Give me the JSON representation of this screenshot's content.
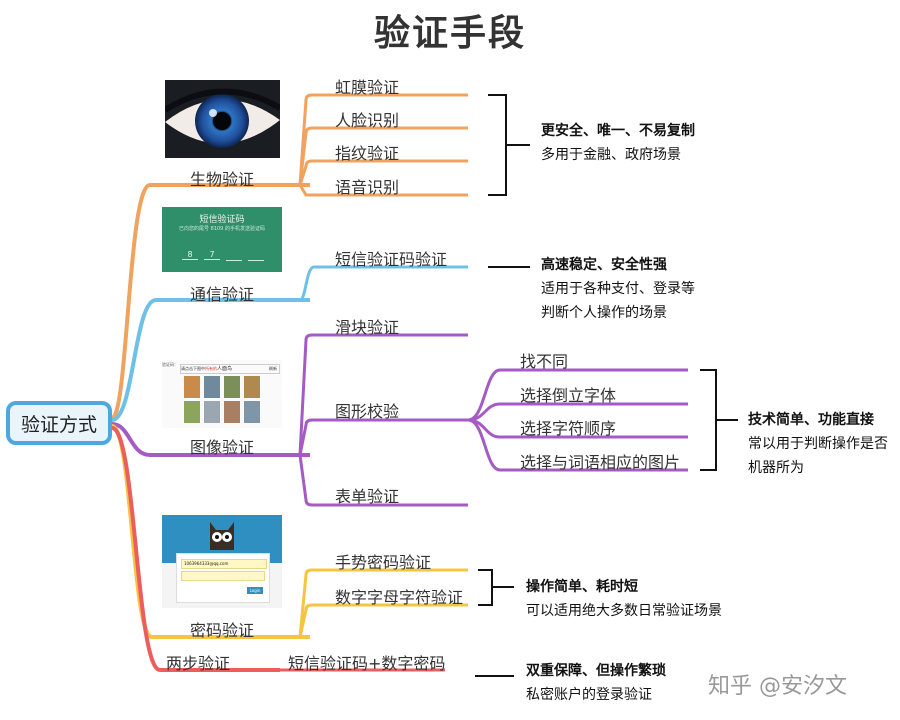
{
  "title": "验证手段",
  "root": "验证方式",
  "categories": {
    "bio": "生物验证",
    "comm": "通信验证",
    "image": "图像验证",
    "password": "密码验证",
    "twostep": "两步验证"
  },
  "bio_items": [
    "虹膜验证",
    "人脸识别",
    "指纹验证",
    "语音识别"
  ],
  "comm_items": [
    "短信验证码验证"
  ],
  "image_items": [
    "滑块验证",
    "图形校验",
    "表单验证"
  ],
  "graphic_items": [
    "找不同",
    "选择倒立字体",
    "选择字符顺序",
    "选择与词语相应的图片"
  ],
  "password_items": [
    "手势密码验证",
    "数字字母字符验证"
  ],
  "twostep_items": [
    "短信验证码+数字密码"
  ],
  "notes": {
    "bio": {
      "bold": "更安全、唯一、不易复制",
      "lines": [
        "多用于金融、政府场景"
      ]
    },
    "comm": {
      "bold": "高速稳定、安全性强",
      "lines": [
        "适用于各种支付、登录等",
        "判断个人操作的场景"
      ]
    },
    "graphic": {
      "bold": "技术简单、功能直接",
      "lines": [
        "常以用于判断操作是否",
        "机器所为"
      ]
    },
    "password": {
      "bold": "操作简单、耗时短",
      "lines": [
        "可以适用绝大多数日常验证场景"
      ]
    },
    "twostep": {
      "bold": "双重保障、但操作繁琐",
      "lines": [
        "私密账户的登录验证"
      ]
    }
  },
  "sms_thumb": {
    "title": "短信验证码",
    "sub": "已向您的尾号 8109 的手机发送验证码",
    "digits": [
      "8",
      "7",
      "",
      ""
    ]
  },
  "captcha_thumb": {
    "label": "验证码：",
    "prompt": "请点击下图中",
    "highlight": "所有的",
    "target": "人面鸟",
    "refresh": "刷新"
  },
  "login_thumb": {
    "email": "1063964333@qq.com",
    "button": "Login"
  },
  "watermark": "知乎 @安汐文",
  "colors": {
    "bio": "#f0a35e",
    "comm": "#6fc0e6",
    "image": "#a45bc3",
    "password": "#f5c441",
    "twostep": "#ec5e5e",
    "root": "#4ea8dd"
  }
}
